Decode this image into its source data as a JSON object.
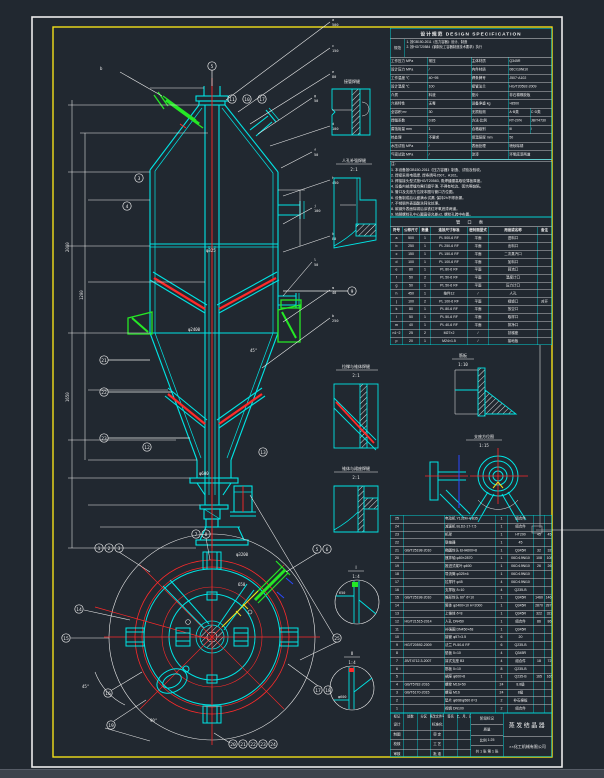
{
  "app": {
    "background": "#212830",
    "border_white": "#ececec",
    "border_yellow": "#f2df1a"
  },
  "colors": {
    "line": "#00e4e4",
    "dim": "#ececec",
    "center": "#ff2a2a",
    "nozzle": "#25e825",
    "aux": "#f2df1a",
    "blue": "#2a49ff"
  },
  "spec_table": {
    "title": "设计规范  DESIGN SPECIFICATION",
    "doc_label": "规范",
    "doc_text": "1. 按GB150-2011《压力容器》设计、制造\n2. 按HG/T20584《钢制化工容器制造技术要求》执行",
    "left_rows": [
      [
        "工作压力 MPa",
        "常压"
      ],
      [
        "设计压力 MPa",
        "/"
      ],
      [
        "工作温度 ℃",
        "40~95"
      ],
      [
        "设计温度 ℃",
        "100"
      ],
      [
        "介质",
        "料液"
      ],
      [
        "介质特性",
        "无毒"
      ],
      [
        "全容积 m³",
        "30"
      ],
      [
        "焊缝系数",
        "0.85"
      ],
      [
        "腐蚀裕量 mm",
        "1"
      ],
      [
        "热处理",
        "不要求"
      ],
      [
        "水压试验 MPa",
        "/"
      ],
      [
        "气密试验 MPa",
        "/"
      ],
      [
        "操作质量 kg",
        "/"
      ]
    ],
    "right_rows": [
      [
        "主体材质",
        "Q345R"
      ],
      [
        "内件材质",
        "06Cr19Ni10"
      ],
      [
        "焊条牌号",
        "J507·A102"
      ],
      [
        "接管法兰",
        "HG/T20592-2009"
      ],
      [
        "垫片",
        "非石棉橡胶板"
      ],
      [
        "设备净重 kg",
        "≈8500"
      ],
      [
        "无损检测",
        "A·B类",
        "C·D类"
      ],
      [
        "方法·比例",
        "RT-20%",
        "JB/T4730"
      ],
      [
        "合格级别",
        "Ⅲ",
        "/"
      ],
      [
        "保温层厚 mm",
        "50"
      ],
      [
        "表面处理",
        "喷砂除锈"
      ],
      [
        "涂漆",
        "环氧底漆两道"
      ],
      [
        "充水质量 kg",
        "/"
      ]
    ]
  },
  "notes": {
    "lines": [
      "注:",
      "1. 本设备按GB150-2011《压力容器》制造、试验及验收。",
      "2. 焊接采用电弧焊, 焊条牌号J507、A102。",
      "3. 焊接接头型式按HG/T20583, 角焊缝腰高取较薄板厚度。",
      "4. 设备内部焊缝均需打磨平滑, 不得有咬边、弧坑等缺陷。",
      "5. 管口及支座方位按本图与管口方位图。",
      "6. 设备制成后以盛满水试漏, 保持2h不得渗漏。",
      "7. 不锈钢件表面酸洗钝化处理。",
      "8. 碳钢外表面除锈后涂铁红环氧底漆两道。",
      "9. 地脚螺栓孔中心圆直径允差±2, 螺栓孔跨中布置。"
    ]
  },
  "nozzle_table": {
    "title": "管 口 表",
    "headers": [
      "符号",
      "公称尺寸",
      "数量",
      "连接尺寸标准",
      "密封面型式",
      "用途或名称",
      "备注"
    ],
    "rows": [
      [
        "a",
        "500",
        "1",
        "PL 500-6 RF",
        "平面",
        "进料口",
        ""
      ],
      [
        "b",
        "250",
        "1",
        "PL 250-6 RF",
        "平面",
        "出料口",
        ""
      ],
      [
        "c",
        "150",
        "1",
        "PL 150-6 RF",
        "平面",
        "二次蒸汽口",
        ""
      ],
      [
        "d",
        "100",
        "1",
        "PL 100-6 RF",
        "平面",
        "加料口",
        ""
      ],
      [
        "e",
        "80",
        "1",
        "PL 80-6 RF",
        "平面",
        "回流口",
        ""
      ],
      [
        "f",
        "50",
        "2",
        "PL 50-6 RF",
        "平面",
        "温度计口",
        ""
      ],
      [
        "g",
        "50",
        "1",
        "PL 50-6 RF",
        "平面",
        "压力计口",
        ""
      ],
      [
        "h",
        "450",
        "1",
        "按件12",
        "/",
        "人孔",
        ""
      ],
      [
        "j",
        "100",
        "2",
        "PL 100-6 RF",
        "平面",
        "视镜口",
        "对开"
      ],
      [
        "k",
        "80",
        "1",
        "PL 80-6 RF",
        "平面",
        "放空口",
        ""
      ],
      [
        "l",
        "50",
        "1",
        "PL 50-6 RF",
        "平面",
        "取样口",
        ""
      ],
      [
        "m",
        "40",
        "1",
        "PL 40-6 RF",
        "平面",
        "排净口",
        ""
      ],
      [
        "n1~2",
        "25",
        "2",
        "M27×2",
        "/",
        "扶梯座",
        ""
      ],
      [
        "p",
        "20",
        "1",
        "M24×1.5",
        "/",
        "接地板",
        ""
      ],
      [
        "r",
        "15",
        "1",
        "G1/2",
        "/",
        "导淋",
        ""
      ]
    ]
  },
  "bom_table": {
    "headers": [
      "件号",
      "图号或标准号",
      "名  称",
      "数量",
      "材  料",
      "单件",
      "总计",
      "备注"
    ],
    "rows": [
      [
        "25",
        "",
        "电动机 Y132M-4 B35",
        "1",
        "组合件",
        "",
        "",
        "7.5kW"
      ],
      [
        "24",
        "",
        "减速机 BLD2-17-7.5",
        "1",
        "组合件",
        "",
        "",
        ""
      ],
      [
        "23",
        "",
        "机架",
        "1",
        "HT200",
        "45",
        "45",
        ""
      ],
      [
        "22",
        "",
        "联轴器",
        "1",
        "45",
        "",
        "",
        ""
      ],
      [
        "21",
        "GB/T25198-2010",
        "椭圆封头 EHA600×8",
        "1",
        "Q345R",
        "32",
        "32",
        ""
      ],
      [
        "20",
        "",
        "搅拌轴 φ80×2870",
        "1",
        "06Cr19Ni10",
        "108",
        "108",
        ""
      ],
      [
        "19",
        "",
        "推进式桨叶 φ600",
        "1",
        "06Cr19Ni10",
        "26",
        "26",
        ""
      ],
      [
        "18",
        "",
        "导流筒 φ325×6",
        "1",
        "06Cr19Ni10",
        "",
        "",
        ""
      ],
      [
        "17",
        "",
        "拉撑杆 φ45",
        "4",
        "06Cr19Ni10",
        "",
        "",
        ""
      ],
      [
        "16",
        "",
        "支撑板 δ=10",
        "4",
        "Q235-B",
        "",
        "",
        ""
      ],
      [
        "15",
        "GB/T25198-2010",
        "锥形封头 60° δ=10",
        "1",
        "Q345R",
        "1460",
        "1460",
        ""
      ],
      [
        "14",
        "",
        "筒体 φ2400×10 H=2000",
        "1",
        "Q345R",
        "2870",
        "2870",
        ""
      ],
      [
        "13",
        "",
        "上锥体 δ=8",
        "1",
        "Q345R",
        "322",
        "322",
        ""
      ],
      [
        "12",
        "HG/T21515-2014",
        "人孔 DN450",
        "1",
        "组合件",
        "86",
        "86",
        ""
      ],
      [
        "11",
        "",
        "补强圈 DN450×δ8",
        "1",
        "Q345R",
        "",
        "",
        ""
      ],
      [
        "10",
        "",
        "接管 φ57×3.5",
        "6",
        "20",
        "",
        "",
        ""
      ],
      [
        "9",
        "HG/T20592-2009",
        "法兰 PL50-6 RF",
        "6",
        "Q235-B",
        "",
        "",
        ""
      ],
      [
        "8",
        "",
        "垫板 δ=10",
        "4",
        "Q345R",
        "",
        "",
        ""
      ],
      [
        "7",
        "JB/T4712.3-2007",
        "耳式支座 B3",
        "4",
        "组合件",
        "18",
        "72",
        ""
      ],
      [
        "6",
        "",
        "筋板 δ=10",
        "8",
        "Q235-B",
        "",
        "",
        ""
      ],
      [
        "5",
        "",
        "裙座 φ600×8",
        "1",
        "Q235-B",
        "165",
        "165",
        ""
      ],
      [
        "4",
        "GB/T5782-2016",
        "螺栓 M16×50",
        "24",
        "8.8级",
        "",
        "",
        ""
      ],
      [
        "3",
        "GB/T6170-2015",
        "螺母 M16",
        "24",
        "8级",
        "",
        "",
        ""
      ],
      [
        "2",
        "",
        "垫片 φ608/φ560 δ=3",
        "2",
        "非石棉板",
        "",
        "",
        ""
      ],
      [
        "1",
        "",
        "视镜 DN100",
        "2",
        "组合件",
        "",
        "",
        ""
      ]
    ]
  },
  "title_block": {
    "rev_headers": [
      "标记",
      "处数",
      "分区",
      "更改文件号",
      "签名",
      "年、月、日"
    ],
    "sign_rows": [
      [
        "设计",
        "",
        "",
        "标准化",
        "",
        ""
      ],
      [
        "制图",
        "",
        "",
        "审 定",
        "",
        ""
      ],
      [
        "校核",
        "",
        "",
        "工 艺",
        "",
        ""
      ],
      [
        "审核",
        "",
        "",
        "批 准",
        "",
        ""
      ]
    ],
    "stage_label": "阶段标记",
    "weight_label": "质量",
    "scale_label": "比例",
    "scale_value": "1:25",
    "sheet_label": "共 1 张  第 1 张",
    "name": "蒸发结晶器",
    "company": "××化工机械有限公司"
  },
  "details": {
    "m1": {
      "t": "接管焊缝",
      "s": "5:1"
    },
    "m2": {
      "t": "人孔补强焊缝",
      "s": "2:1"
    },
    "m3": {
      "t": "拉撑与锥体焊缝",
      "s": "2:1"
    },
    "m4": {
      "t": "锥体与裙座焊缝",
      "s": "2:1"
    },
    "r1": {
      "t": "筋板",
      "s": "1:10"
    },
    "r2": {
      "t": "支座方位图",
      "s": "1:15"
    },
    "c1": {
      "t": "Ⅰ",
      "s": "1:4"
    },
    "c2": {
      "t": "Ⅱ",
      "s": "1:4"
    }
  },
  "balloons": [
    "1",
    "2",
    "3",
    "4",
    "5",
    "6",
    "7",
    "8",
    "9",
    "10",
    "11",
    "12",
    "13",
    "14",
    "15",
    "16",
    "17",
    "18",
    "19",
    "20",
    "21",
    "22",
    "23",
    "24",
    "25",
    "26"
  ],
  "tags": [
    {
      "l": "a",
      "s": "500"
    },
    {
      "l": "c",
      "s": "150"
    },
    {
      "l": "e",
      "s": "80"
    },
    {
      "l": "g",
      "s": "50"
    },
    {
      "l": "d",
      "s": "100"
    },
    {
      "l": "f",
      "s": "50"
    },
    {
      "l": "h",
      "s": "450"
    },
    {
      "l": "j",
      "s": "100"
    },
    {
      "l": "k",
      "s": "80"
    },
    {
      "l": "l",
      "s": "50"
    },
    {
      "l": "m",
      "s": "40"
    },
    {
      "l": "b",
      "s": "250"
    }
  ],
  "dims": {
    "d1": "φ2400",
    "d2": "2000",
    "d3": "1650",
    "d4": "φ600",
    "d5": "45°",
    "d6": "1200",
    "d7": "φ3200",
    "d8": "90°",
    "d9": "650",
    "d10": "φ325"
  }
}
